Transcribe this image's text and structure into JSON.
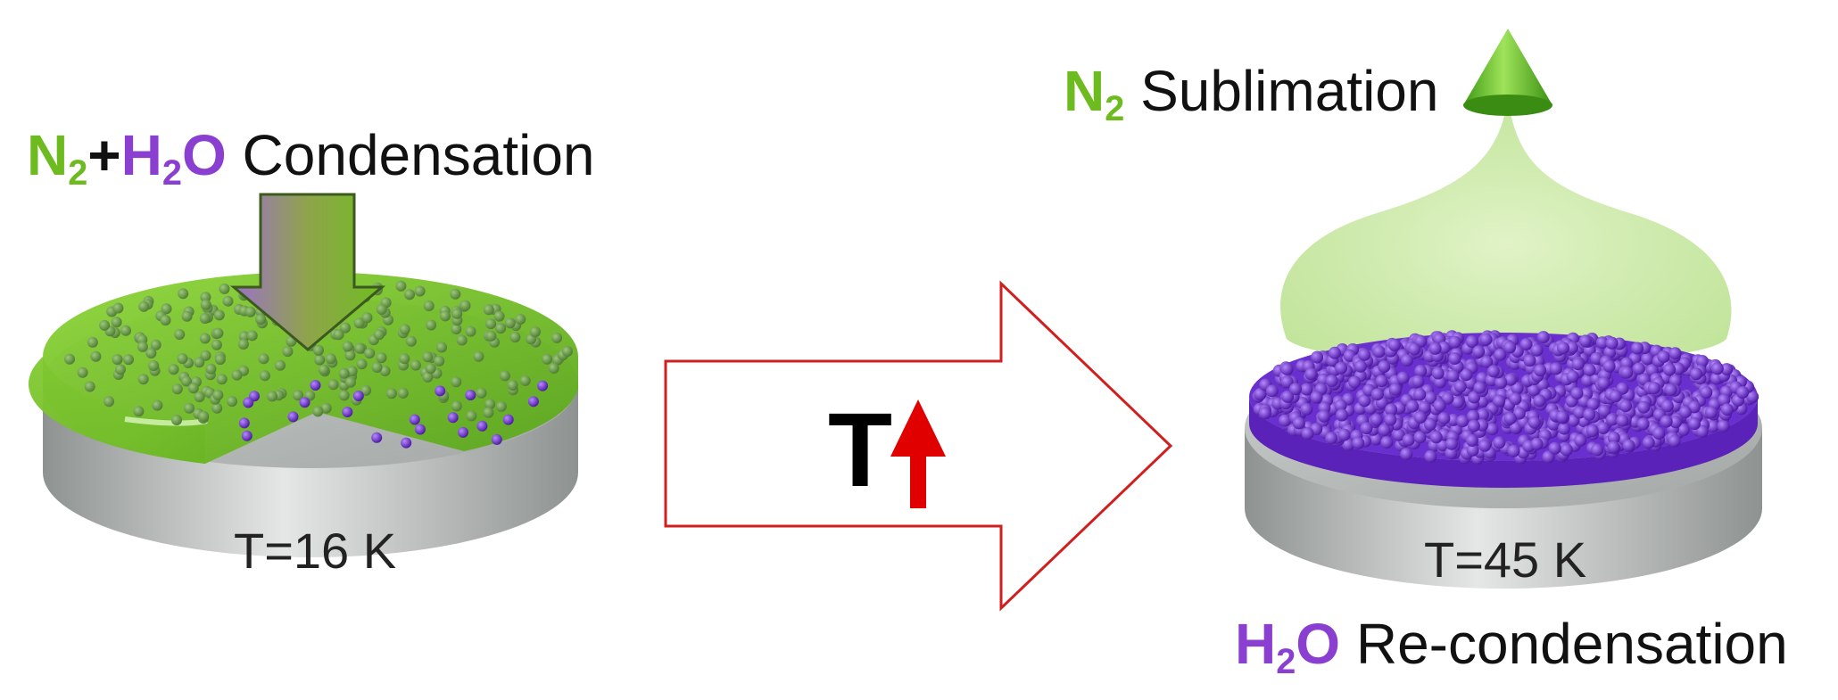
{
  "left": {
    "title": {
      "n_prefix": "N",
      "n_sub": "2",
      "plus": "+",
      "h_prefix": "H",
      "h_sub": "2",
      "o": "O",
      "word": "Condensation"
    },
    "temperature": "T=16 K"
  },
  "middle": {
    "letter": "T"
  },
  "right": {
    "top": {
      "n_prefix": "N",
      "n_sub": "2",
      "word": "Sublimation"
    },
    "temperature": "T=45 K",
    "bottom": {
      "h_prefix": "H",
      "h_sub": "2",
      "o": "O",
      "word": "Re-condensation"
    }
  },
  "colors": {
    "nitrogen_green": "#6dbb1f",
    "water_purple": "#8b3fd1",
    "arrow_red": "#e00000",
    "disk_gray": "#b9bdbb"
  }
}
